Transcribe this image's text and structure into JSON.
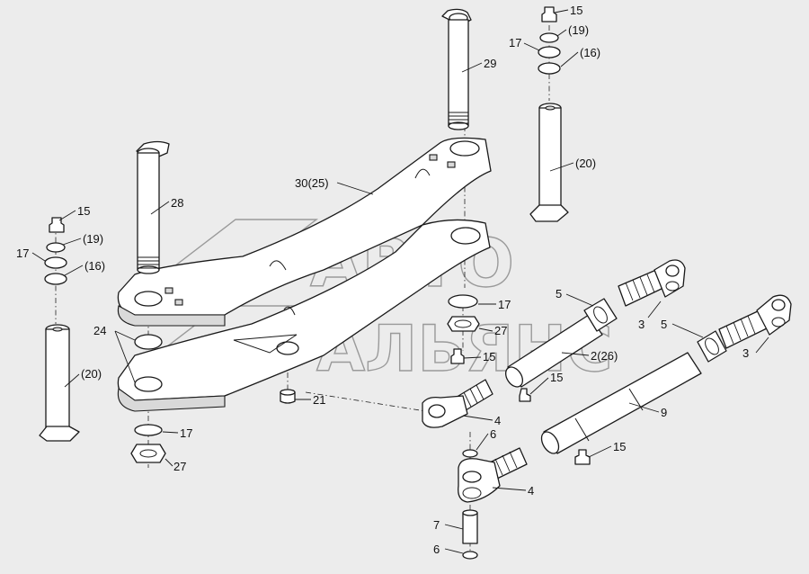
{
  "watermark": {
    "line1": "АВТО",
    "line2": "АЛЬЯНС"
  },
  "labels": [
    {
      "id": "lbl-15-top",
      "text": "15"
    },
    {
      "id": "lbl-19-top",
      "text": "(19)"
    },
    {
      "id": "lbl-17-top",
      "text": "17"
    },
    {
      "id": "lbl-16-top",
      "text": "(16)"
    },
    {
      "id": "lbl-29",
      "text": "29"
    },
    {
      "id": "lbl-20-right",
      "text": "(20)"
    },
    {
      "id": "lbl-30",
      "text": "30(25)"
    },
    {
      "id": "lbl-28",
      "text": "28"
    },
    {
      "id": "lbl-15-left",
      "text": "15"
    },
    {
      "id": "lbl-19-left",
      "text": "(19)"
    },
    {
      "id": "lbl-17-left",
      "text": "17"
    },
    {
      "id": "lbl-16-left",
      "text": "(16)"
    },
    {
      "id": "lbl-17-mid",
      "text": "17"
    },
    {
      "id": "lbl-5-a",
      "text": "5"
    },
    {
      "id": "lbl-3-a",
      "text": "3"
    },
    {
      "id": "lbl-5-b",
      "text": "5"
    },
    {
      "id": "lbl-3-b",
      "text": "3"
    },
    {
      "id": "lbl-24",
      "text": "24"
    },
    {
      "id": "lbl-27-mid",
      "text": "27"
    },
    {
      "id": "lbl-15-mid",
      "text": "15"
    },
    {
      "id": "lbl-2-26",
      "text": "2(26)"
    },
    {
      "id": "lbl-15-rod",
      "text": "15"
    },
    {
      "id": "lbl-20-left",
      "text": "(20)"
    },
    {
      "id": "lbl-21",
      "text": "21"
    },
    {
      "id": "lbl-9",
      "text": "9"
    },
    {
      "id": "lbl-4-a",
      "text": "4"
    },
    {
      "id": "lbl-17-bottom",
      "text": "17"
    },
    {
      "id": "lbl-6-a",
      "text": "6"
    },
    {
      "id": "lbl-15-bottom",
      "text": "15"
    },
    {
      "id": "lbl-27-bottom",
      "text": "27"
    },
    {
      "id": "lbl-4-b",
      "text": "4"
    },
    {
      "id": "lbl-7",
      "text": "7"
    },
    {
      "id": "lbl-6-b",
      "text": "6"
    }
  ]
}
